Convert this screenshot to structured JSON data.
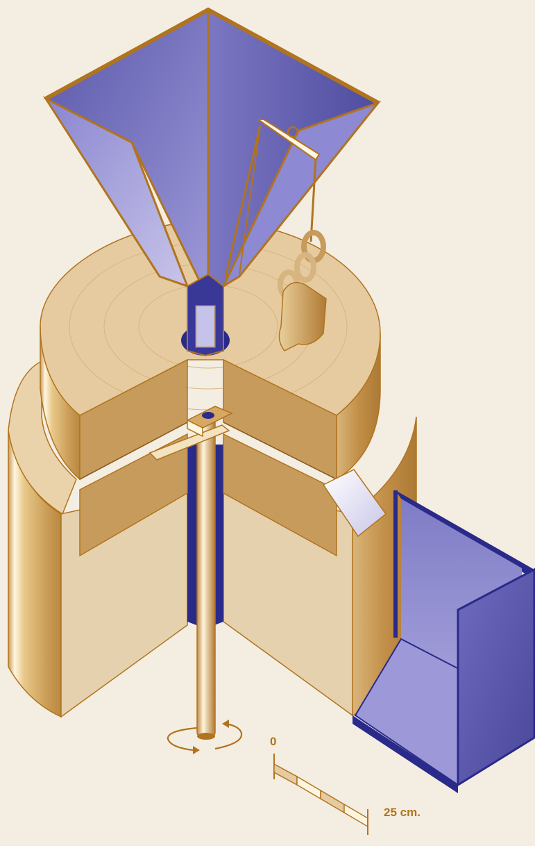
{
  "scale": {
    "start_label": "0",
    "end_label": "25 cm."
  },
  "colors": {
    "background": "#f4ede2",
    "bronze_outline": "#b0741e",
    "stone_top": "#e6cba1",
    "stone_side": "#c69b5b",
    "stone_cut": "#e6d1ae",
    "hopper_blue": "#6a66b3",
    "hopper_dark": "#2a2a8a"
  },
  "parts": [
    "hopper",
    "runner-stone",
    "bed-stone",
    "spindle",
    "rynd",
    "lever-arm",
    "counterweight",
    "flour-chute",
    "meal-trough"
  ]
}
